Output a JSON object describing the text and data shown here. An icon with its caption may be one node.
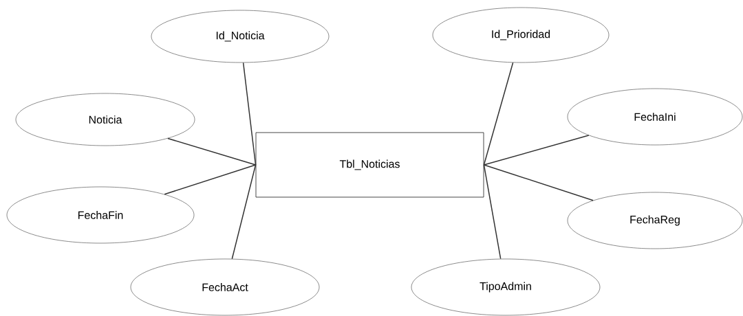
{
  "diagram": {
    "nodes": [
      {
        "text": [
          "Id_Noticia"
        ]
      },
      {
        "text": [
          "Id_Prioridad"
        ]
      },
      {
        "text": [
          "Noticia"
        ]
      },
      {
        "text": [
          "FechaIni"
        ]
      },
      {
        "text": [
          "Tbl_Noticias"
        ]
      },
      {
        "text": [
          "FechaFin"
        ]
      },
      {
        "text": [
          "FechaReg"
        ]
      },
      {
        "text": [
          "FechaAct"
        ]
      },
      {
        "text": [
          "TipoAdmin"
        ]
      }
    ],
    "edges": [
      {
        "from": 4,
        "to": 0,
        "arrow": "none"
      },
      {
        "from": 4,
        "to": 1,
        "arrow": "none"
      },
      {
        "from": 4,
        "to": 2,
        "arrow": "none"
      },
      {
        "from": 4,
        "to": 3,
        "arrow": "none"
      },
      {
        "from": 4,
        "to": 5,
        "arrow": "none"
      },
      {
        "from": 4,
        "to": 6,
        "arrow": "none"
      },
      {
        "from": 4,
        "to": 7,
        "arrow": "none"
      },
      {
        "from": 4,
        "to": 8,
        "arrow": "none"
      }
    ]
  }
}
